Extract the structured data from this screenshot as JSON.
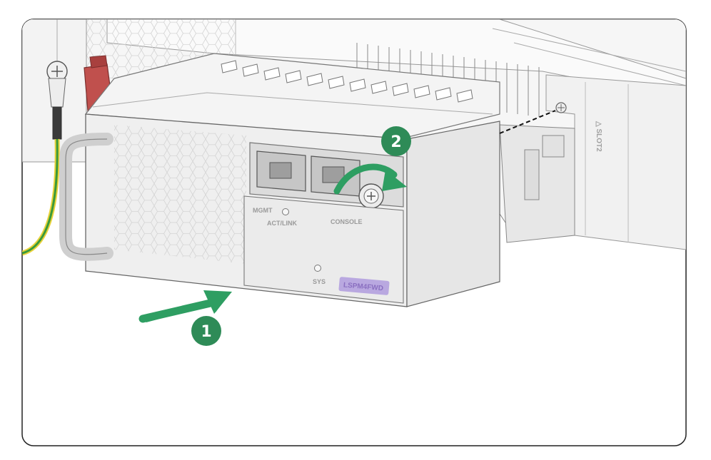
{
  "figure": {
    "steps": [
      {
        "number": "1"
      },
      {
        "number": "2"
      }
    ],
    "labels": {
      "mgmt": "MGMT",
      "act_link": "ACT/LINK",
      "console": "CONSOLE",
      "sys": "SYS",
      "slot": "△ SLOT2"
    },
    "model_label": "LSPM4FWD"
  },
  "colors": {
    "step_badge": "#2e8b57",
    "arrow": "#2e9e62",
    "ground_wire_green": "#3a9a3a",
    "ground_wire_yellow": "#e8d23a",
    "lug_red": "#c0504d",
    "model_badge": "#b9a8e0"
  }
}
